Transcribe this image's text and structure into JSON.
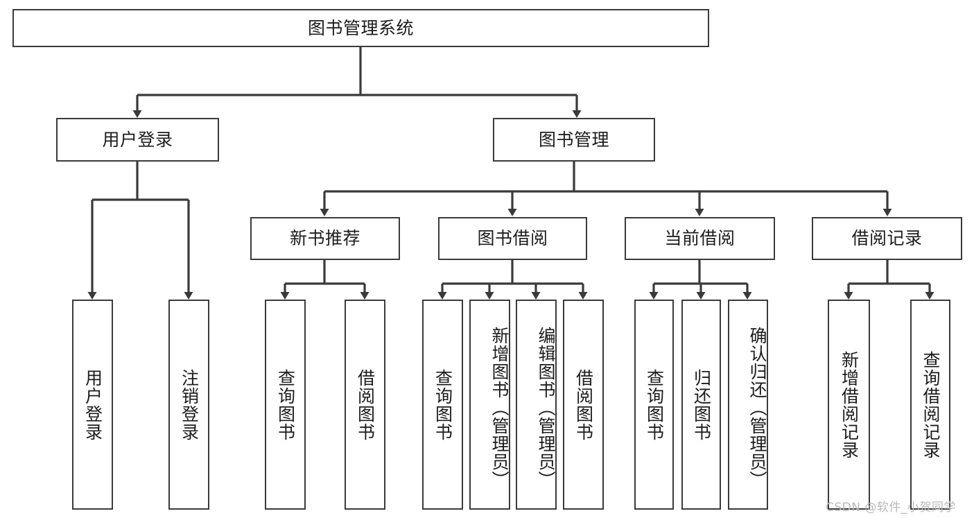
{
  "diagram": {
    "type": "tree-hierarchy",
    "title": "图书管理系统",
    "orientation": "top-down",
    "colors": {
      "box_border": "#3a3a3a",
      "box_fill": "#ffffff",
      "edge": "#3a3a3a",
      "text": "#1c1c1c",
      "watermark": "#b8b8b8",
      "background": "#ffffff"
    },
    "nodes": {
      "root": {
        "label": "图书管理系统",
        "level": 0
      },
      "l1": [
        {
          "id": "user_login",
          "label": "用户登录",
          "level": 1
        },
        {
          "id": "book_mgmt",
          "label": "图书管理",
          "level": 1
        }
      ],
      "l2": [
        {
          "id": "new_book_rec",
          "label": "新书推荐",
          "parent": "book_mgmt",
          "level": 2
        },
        {
          "id": "book_borrow",
          "label": "图书借阅",
          "parent": "book_mgmt",
          "level": 2
        },
        {
          "id": "current_borrow",
          "label": "当前借阅",
          "parent": "book_mgmt",
          "level": 2
        },
        {
          "id": "borrow_record",
          "label": "借阅记录",
          "parent": "book_mgmt",
          "level": 2
        }
      ],
      "leaves": [
        {
          "id": "leaf_user_login",
          "label": "用户登录",
          "parent": "user_login"
        },
        {
          "id": "leaf_logout",
          "label": "注销登录",
          "parent": "user_login"
        },
        {
          "id": "leaf_query_book_1",
          "label": "查询图书",
          "parent": "new_book_rec"
        },
        {
          "id": "leaf_borrow_book_1",
          "label": "借阅图书",
          "parent": "new_book_rec"
        },
        {
          "id": "leaf_query_book_2",
          "label": "查询图书",
          "parent": "book_borrow"
        },
        {
          "id": "leaf_add_book",
          "label": "新增图书（管理员）",
          "parent": "book_borrow"
        },
        {
          "id": "leaf_edit_book",
          "label": "编辑图书（管理员）",
          "parent": "book_borrow"
        },
        {
          "id": "leaf_borrow_book_2",
          "label": "借阅图书",
          "parent": "book_borrow"
        },
        {
          "id": "leaf_query_book_3",
          "label": "查询图书",
          "parent": "current_borrow"
        },
        {
          "id": "leaf_return_book",
          "label": "归还图书",
          "parent": "current_borrow"
        },
        {
          "id": "leaf_confirm_return",
          "label": "确认归还（管理员）",
          "parent": "current_borrow"
        },
        {
          "id": "leaf_add_record",
          "label": "新增借阅记录",
          "parent": "borrow_record"
        },
        {
          "id": "leaf_query_record",
          "label": "查询借阅记录",
          "parent": "borrow_record"
        }
      ]
    },
    "watermark": "CSDN @软件_小贺同学"
  }
}
